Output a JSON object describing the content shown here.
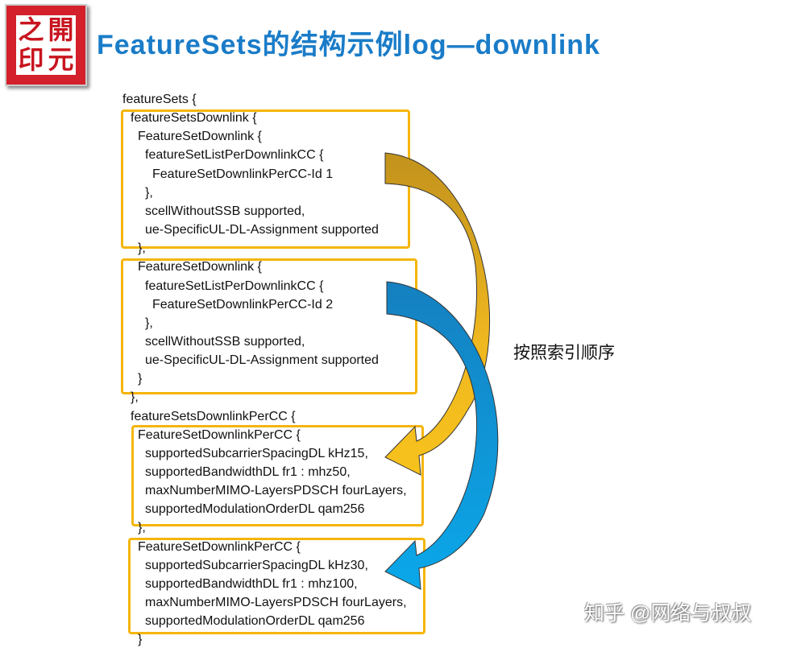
{
  "logo": {
    "chars": [
      "之",
      "開",
      "印",
      "元"
    ]
  },
  "title": "FeatureSets的结构示例log—downlink",
  "code_lines": [
    {
      "t": "featureSets {",
      "i": 0
    },
    {
      "t": "featureSetsDownlink {",
      "i": 1
    },
    {
      "t": "FeatureSetDownlink {",
      "i": 2
    },
    {
      "t": "featureSetListPerDownlinkCC {",
      "i": 3
    },
    {
      "t": "FeatureSetDownlinkPerCC-Id 1",
      "i": 4
    },
    {
      "t": "},",
      "i": 3
    },
    {
      "t": "scellWithoutSSB supported,",
      "i": 3
    },
    {
      "t": "ue-SpecificUL-DL-Assignment supported",
      "i": 3
    },
    {
      "t": "},",
      "i": 2
    },
    {
      "t": "FeatureSetDownlink {",
      "i": 2
    },
    {
      "t": "featureSetListPerDownlinkCC {",
      "i": 3
    },
    {
      "t": "FeatureSetDownlinkPerCC-Id 2",
      "i": 4
    },
    {
      "t": "},",
      "i": 3
    },
    {
      "t": "scellWithoutSSB supported,",
      "i": 3
    },
    {
      "t": "ue-SpecificUL-DL-Assignment supported",
      "i": 3
    },
    {
      "t": "}",
      "i": 2
    },
    {
      "t": "},",
      "i": 1
    },
    {
      "t": "featureSetsDownlinkPerCC {",
      "i": 1
    },
    {
      "t": "FeatureSetDownlinkPerCC {",
      "i": 2
    },
    {
      "t": "supportedSubcarrierSpacingDL kHz15,",
      "i": 3
    },
    {
      "t": "supportedBandwidthDL fr1 : mhz50,",
      "i": 3
    },
    {
      "t": "maxNumberMIMO-LayersPDSCH fourLayers,",
      "i": 3
    },
    {
      "t": "supportedModulationOrderDL qam256",
      "i": 3
    },
    {
      "t": "},",
      "i": 2
    },
    {
      "t": "FeatureSetDownlinkPerCC {",
      "i": 2
    },
    {
      "t": "supportedSubcarrierSpacingDL kHz30,",
      "i": 3
    },
    {
      "t": "supportedBandwidthDL fr1 : mhz100,",
      "i": 3
    },
    {
      "t": "maxNumberMIMO-LayersPDSCH fourLayers,",
      "i": 3
    },
    {
      "t": "supportedModulationOrderDL qam256",
      "i": 3
    },
    {
      "t": "}",
      "i": 2
    }
  ],
  "arrow_label": "按照索引顺序",
  "watermark": "知乎 @网络与叔叔",
  "colors": {
    "box": "#f5b50a",
    "arrow_gold": "#c99a1a",
    "arrow_blue": "#1590d0",
    "title": "#1a7cc8"
  }
}
